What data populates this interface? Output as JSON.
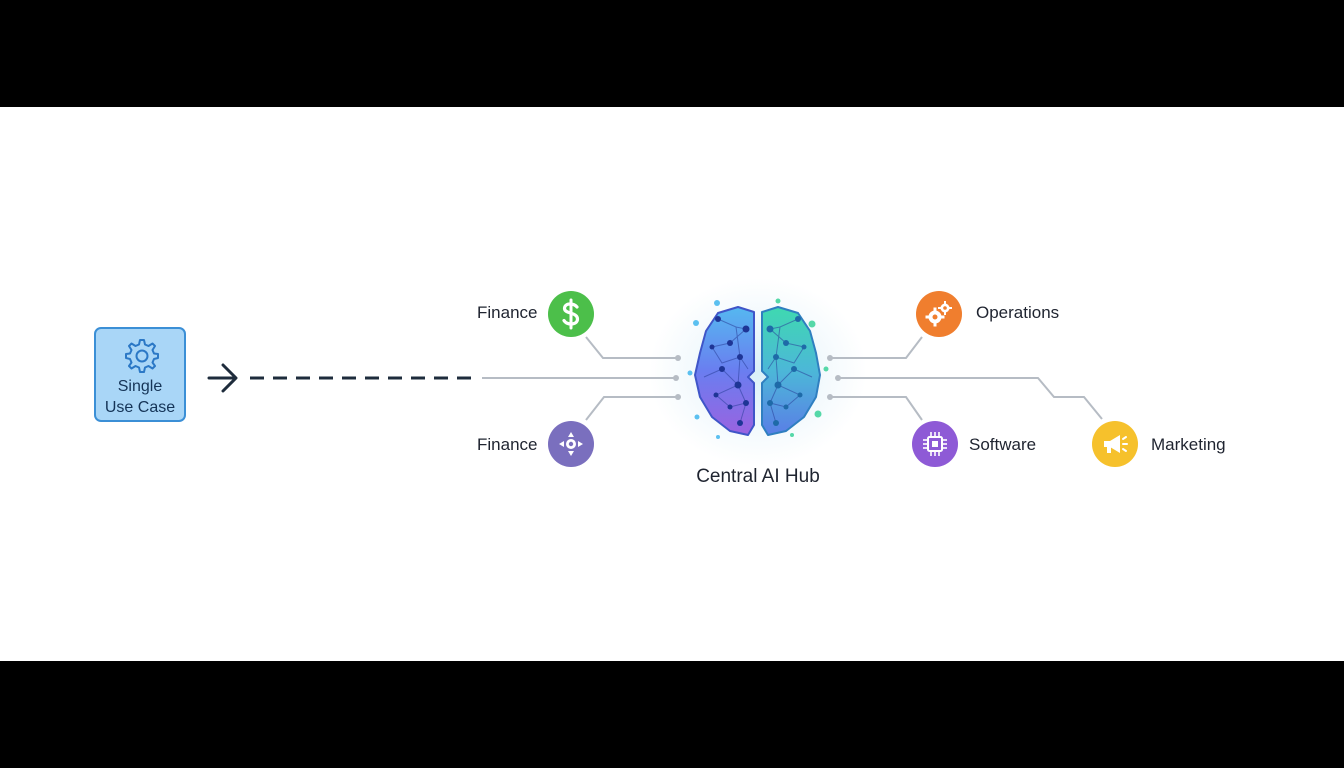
{
  "use_case": {
    "label": "Single\nUse Case",
    "icon": "gear-icon"
  },
  "hub": {
    "label": "Central AI Hub",
    "icon": "brain-network-icon"
  },
  "nodes": {
    "finance_top": {
      "label": "Finance",
      "icon": "dollar-icon",
      "color": "#4cbf4a"
    },
    "finance_bottom": {
      "label": "Finance",
      "icon": "network-hub-icon",
      "color": "#7a6fbe"
    },
    "operations": {
      "label": "Operations",
      "icon": "gears-icon",
      "color": "#f07e2e"
    },
    "software": {
      "label": "Software",
      "icon": "cpu-chip-icon",
      "color": "#8e5ad6"
    },
    "marketing": {
      "label": "Marketing",
      "icon": "megaphone-icon",
      "color": "#f6c12c"
    }
  },
  "colors": {
    "frame": "#000000",
    "background": "#ffffff",
    "use_case_fill": "#a9d6f7",
    "use_case_border": "#3b8fd6",
    "connector": "#b6bcc4",
    "dashed_arrow": "#1e2c3c",
    "brain_left": "#6a7ef0",
    "brain_right": "#4cc9c0"
  }
}
